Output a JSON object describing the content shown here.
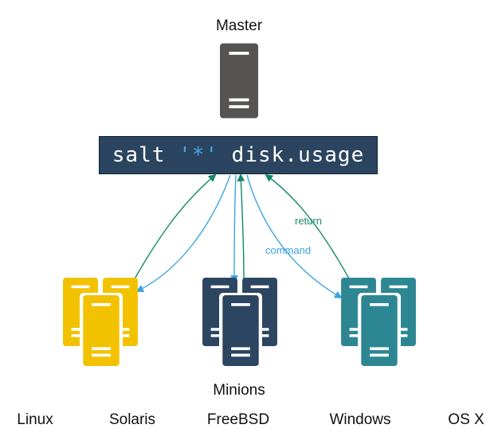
{
  "master": {
    "label": "Master",
    "color": "#555452"
  },
  "command": {
    "prefix": "salt ",
    "target": "'*'",
    "suffix": " disk.usage",
    "box_color": "#2b4560",
    "target_color": "#45a6e6"
  },
  "arrows": {
    "return_label": "return",
    "command_label": "command",
    "return_color": "#12876a",
    "command_color": "#3aa4e0"
  },
  "minions": {
    "label": "Minions",
    "groups": [
      {
        "name": "left",
        "color": "#f2c200"
      },
      {
        "name": "center",
        "color": "#2c4560"
      },
      {
        "name": "right",
        "color": "#2d8793"
      }
    ]
  },
  "os_labels": [
    "Linux",
    "Solaris",
    "FreeBSD",
    "Windows",
    "OS X"
  ]
}
